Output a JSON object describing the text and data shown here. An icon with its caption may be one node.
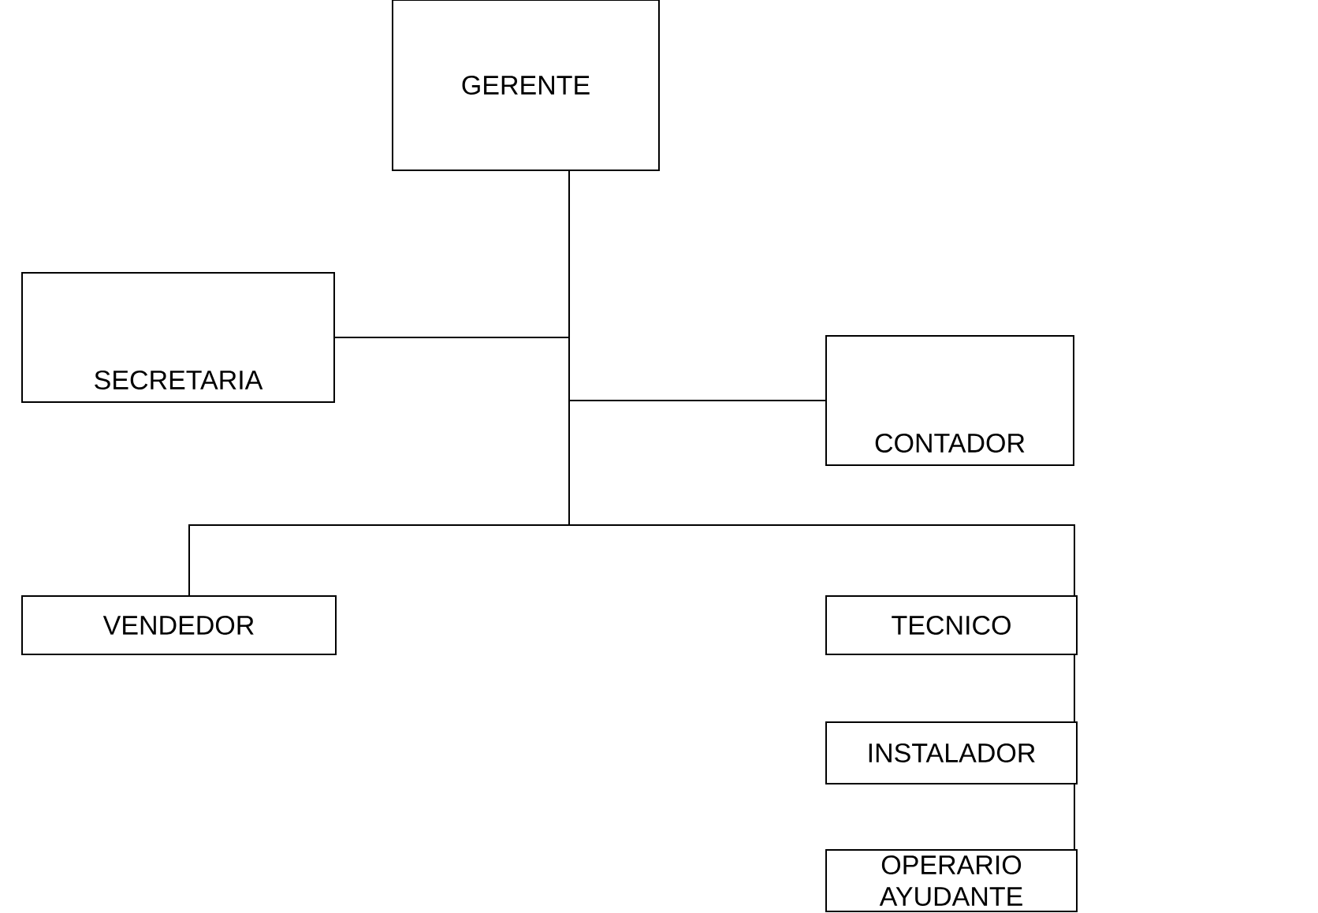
{
  "diagram": {
    "nodes": [
      {
        "text": [
          "GERENTE"
        ]
      },
      {
        "text": [
          "SECRETARIA"
        ]
      },
      {
        "text": [
          "CONTADOR"
        ]
      },
      {
        "text": [
          "VENDEDOR"
        ]
      },
      {
        "text": [
          "TECNICO"
        ]
      },
      {
        "text": [
          "INSTALADOR"
        ]
      },
      {
        "text": [
          "OPERARIO AYUDANTE"
        ]
      }
    ],
    "edges": [
      {
        "from": 0,
        "to": 1,
        "arrow": "none"
      },
      {
        "from": 0,
        "to": 2,
        "arrow": "none"
      },
      {
        "from": 0,
        "to": 3,
        "arrow": "none"
      },
      {
        "from": 0,
        "to": 4,
        "arrow": "none"
      },
      {
        "from": 4,
        "to": 5,
        "arrow": "none"
      },
      {
        "from": 5,
        "to": 6,
        "arrow": "none"
      }
    ]
  }
}
